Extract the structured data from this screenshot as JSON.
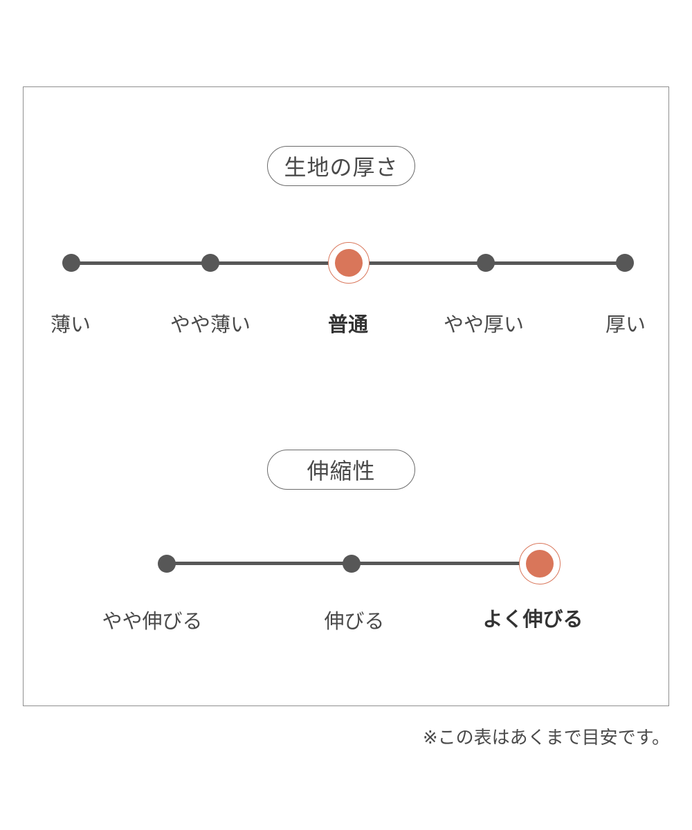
{
  "thickness": {
    "title": "生地の厚さ",
    "options": [
      "薄い",
      "やや薄い",
      "普通",
      "やや厚い",
      "厚い"
    ],
    "selected": "普通"
  },
  "stretch": {
    "title": "伸縮性",
    "options": [
      "やや伸びる",
      "伸びる",
      "よく伸びる"
    ],
    "selected": "よく伸びる"
  },
  "note": "※この表はあくまで目安です。",
  "colors": {
    "accent": "#d9765a",
    "track": "#575757",
    "border": "#8f8f8f"
  }
}
